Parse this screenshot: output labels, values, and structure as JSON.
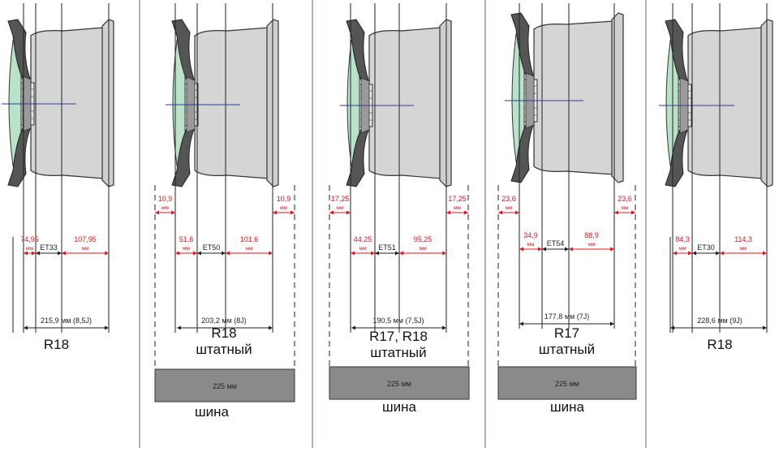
{
  "colors": {
    "red": "#e8141e",
    "green": "#b9e3c8",
    "rim": "#d5d5d5",
    "dark": "#555555",
    "tire": "#8a8a8a",
    "separator": "#6d82a8",
    "axis": "#2f3aa0"
  },
  "panels": [
    {
      "id": "p1",
      "offset_left": "",
      "offset_right": "",
      "inner_left": "74,95",
      "inner_right": "107,95",
      "et": "ET33",
      "width": "215,9 мм (8,5J)",
      "caption": [
        "R18"
      ],
      "tire": "",
      "tire_label": ""
    },
    {
      "id": "p2",
      "offset_left": "10,9",
      "offset_right": "10,9",
      "inner_left": "51,6",
      "inner_right": "101,6",
      "et": "ET50",
      "width": "203,2 мм (8J)",
      "caption": [
        "R18",
        "штатный"
      ],
      "tire": "225 мм",
      "tire_label": "шина"
    },
    {
      "id": "p3",
      "offset_left": "17,25",
      "offset_right": "17,25",
      "inner_left": "44,25",
      "inner_right": "95,25",
      "et": "ET51",
      "width": "190,5 мм (7,5J)",
      "caption": [
        "R17, R18",
        "штатный"
      ],
      "tire": "225 мм",
      "tire_label": "шина"
    },
    {
      "id": "p4",
      "offset_left": "23,6",
      "offset_right": "23,6",
      "inner_left": "34,9",
      "inner_right": "88,9",
      "et": "ET54",
      "width": "177,8 мм (7J)",
      "caption": [
        "R17",
        "штатный"
      ],
      "tire": "225 мм",
      "tire_label": "шина"
    },
    {
      "id": "p5",
      "offset_left": "",
      "offset_right": "",
      "inner_left": "84,3",
      "inner_right": "114,3",
      "et": "ET30",
      "width": "228,6 мм (9J)",
      "caption": [
        "R18"
      ],
      "tire": "",
      "tire_label": ""
    }
  ],
  "units": {
    "mm": "мм"
  }
}
